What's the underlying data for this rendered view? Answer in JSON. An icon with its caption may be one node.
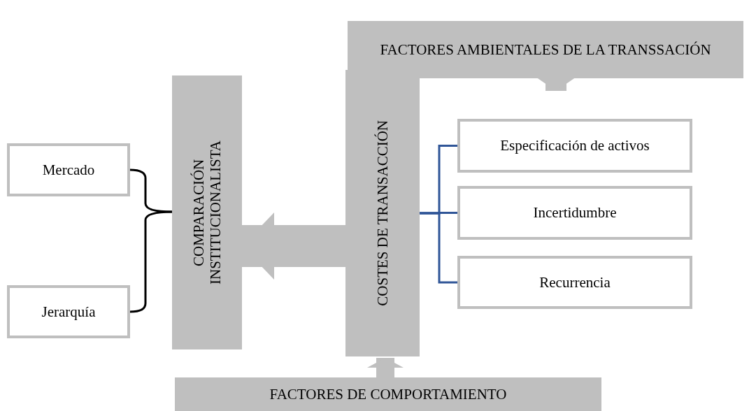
{
  "diagram": {
    "nodes": [
      {
        "text": [
          "FACTORES AMBIENTALES DE LA TRANSSACIÓN"
        ]
      },
      {
        "text": [
          "COMPARACIÓN INSTITUCIONALISTA"
        ]
      },
      {
        "text": [
          "COSTES DE TRANSACCIÓN"
        ]
      },
      {
        "text": [
          "Mercado"
        ]
      },
      {
        "text": [
          "Jerarquía"
        ]
      },
      {
        "text": [
          "Especificación de activos"
        ]
      },
      {
        "text": [
          "Incertidumbre"
        ]
      },
      {
        "text": [
          "Recurrencia"
        ]
      },
      {
        "text": [
          "FACTORES DE COMPORTAMIENTO"
        ]
      }
    ],
    "edges": [
      {
        "from": 0,
        "to": 5,
        "arrow": "to",
        "style": "thick",
        "color": "#bfbfbf"
      },
      {
        "from": 2,
        "to": 1,
        "arrow": "to",
        "style": "thick",
        "color": "#bfbfbf"
      },
      {
        "from": 8,
        "to": 2,
        "arrow": "to",
        "style": "thick",
        "color": "#bfbfbf"
      },
      {
        "from": 2,
        "to": 5,
        "arrow": "none",
        "color": "#2f5597"
      },
      {
        "from": 2,
        "to": 6,
        "arrow": "none",
        "color": "#2f5597"
      },
      {
        "from": 2,
        "to": 7,
        "arrow": "none",
        "color": "#2f5597"
      },
      {
        "from": 3,
        "to": 1,
        "arrow": "none",
        "color": "#000000"
      },
      {
        "from": 4,
        "to": 1,
        "arrow": "none",
        "color": "#000000"
      }
    ]
  }
}
